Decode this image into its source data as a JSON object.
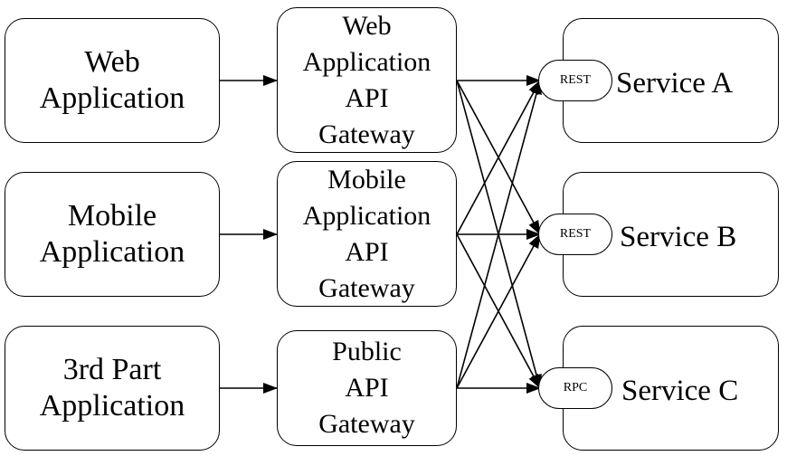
{
  "clients": [
    {
      "lines": [
        "Web",
        "Application"
      ]
    },
    {
      "lines": [
        "Mobile",
        "Application"
      ]
    },
    {
      "lines": [
        "3rd Part",
        "Application"
      ]
    }
  ],
  "gateways": [
    {
      "lines": [
        "Web",
        "Application",
        "API",
        "Gateway"
      ]
    },
    {
      "lines": [
        "Mobile",
        "Application",
        "API",
        "Gateway"
      ]
    },
    {
      "lines": [
        "Public",
        "API",
        "Gateway"
      ]
    }
  ],
  "services": [
    {
      "label": "Service A",
      "protocol": "REST"
    },
    {
      "label": "Service B",
      "protocol": "REST"
    },
    {
      "label": "Service C",
      "protocol": "RPC"
    }
  ],
  "connections": {
    "client_to_gateway": [
      [
        0,
        0
      ],
      [
        1,
        1
      ],
      [
        2,
        2
      ]
    ],
    "gateway_to_service": [
      [
        0,
        0
      ],
      [
        0,
        1
      ],
      [
        0,
        2
      ],
      [
        1,
        0
      ],
      [
        1,
        1
      ],
      [
        1,
        2
      ],
      [
        2,
        0
      ],
      [
        2,
        1
      ],
      [
        2,
        2
      ]
    ]
  },
  "colors": {
    "stroke": "#000000",
    "background": "#ffffff"
  }
}
